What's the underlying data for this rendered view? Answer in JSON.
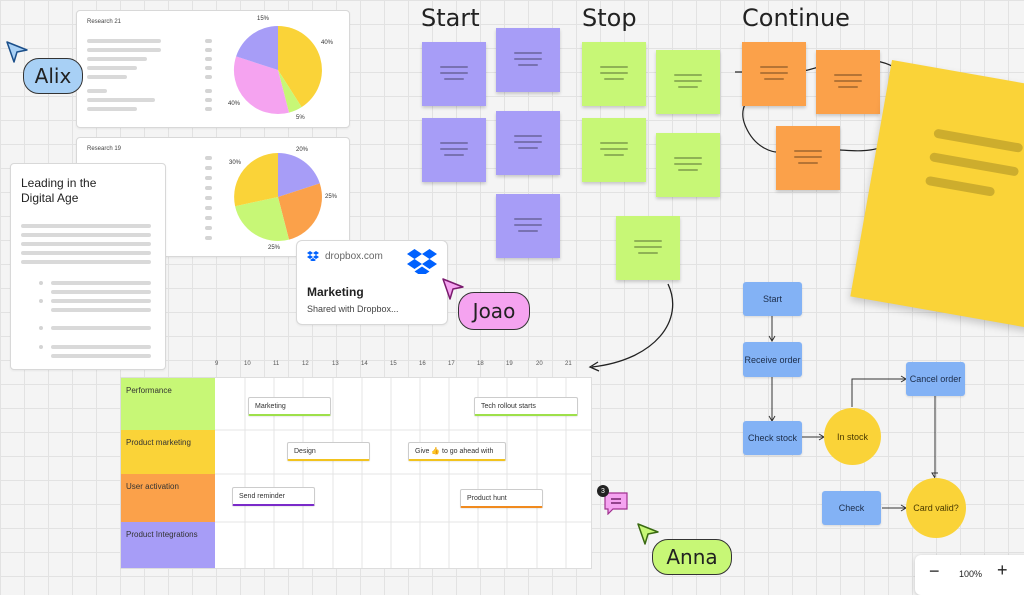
{
  "research_cards": [
    {
      "title": "Research 21",
      "labels": [
        "15%",
        "40%",
        "40%",
        "5%"
      ]
    },
    {
      "title": "Research 19",
      "labels": [
        "20%",
        "30%",
        "25%",
        "25%"
      ]
    }
  ],
  "doc_card": {
    "title_line1": "Leading in the",
    "title_line2": "Digital Age"
  },
  "dropbox_card": {
    "domain": "dropbox.com",
    "title": "Marketing",
    "subtitle": "Shared with Dropbox..."
  },
  "retro": {
    "start": "Start",
    "stop": "Stop",
    "continue": "Continue"
  },
  "cursors": {
    "alix": "Alix",
    "joao": "Joao",
    "anna": "Anna"
  },
  "colors": {
    "purple": "#a79df7",
    "green": "#c7f776",
    "orange": "#fba14a",
    "yellow": "#fad338",
    "blue": "#83b2f5"
  },
  "gantt": {
    "hours": [
      "9",
      "10",
      "11",
      "12",
      "13",
      "14",
      "15",
      "16",
      "17",
      "18",
      "19",
      "20",
      "21"
    ],
    "rows": [
      "Performance",
      "Product marketing",
      "User activation",
      "Product Integrations"
    ],
    "tasks": {
      "marketing": "Marketing",
      "tech": "Tech rollout starts",
      "design": "Design",
      "give": "Give 👍 to go ahead with",
      "send": "Send reminder",
      "hunt": "Product hunt"
    }
  },
  "flowchart": {
    "start": "Start",
    "receive": "Receive order",
    "check_stock": "Check stock",
    "in_stock": "In stock",
    "cancel": "Cancel order",
    "check": "Check",
    "card_valid": "Card valid?"
  },
  "comment": {
    "count": "3"
  },
  "zoom": {
    "minus": "−",
    "level": "100%",
    "plus": "+"
  }
}
